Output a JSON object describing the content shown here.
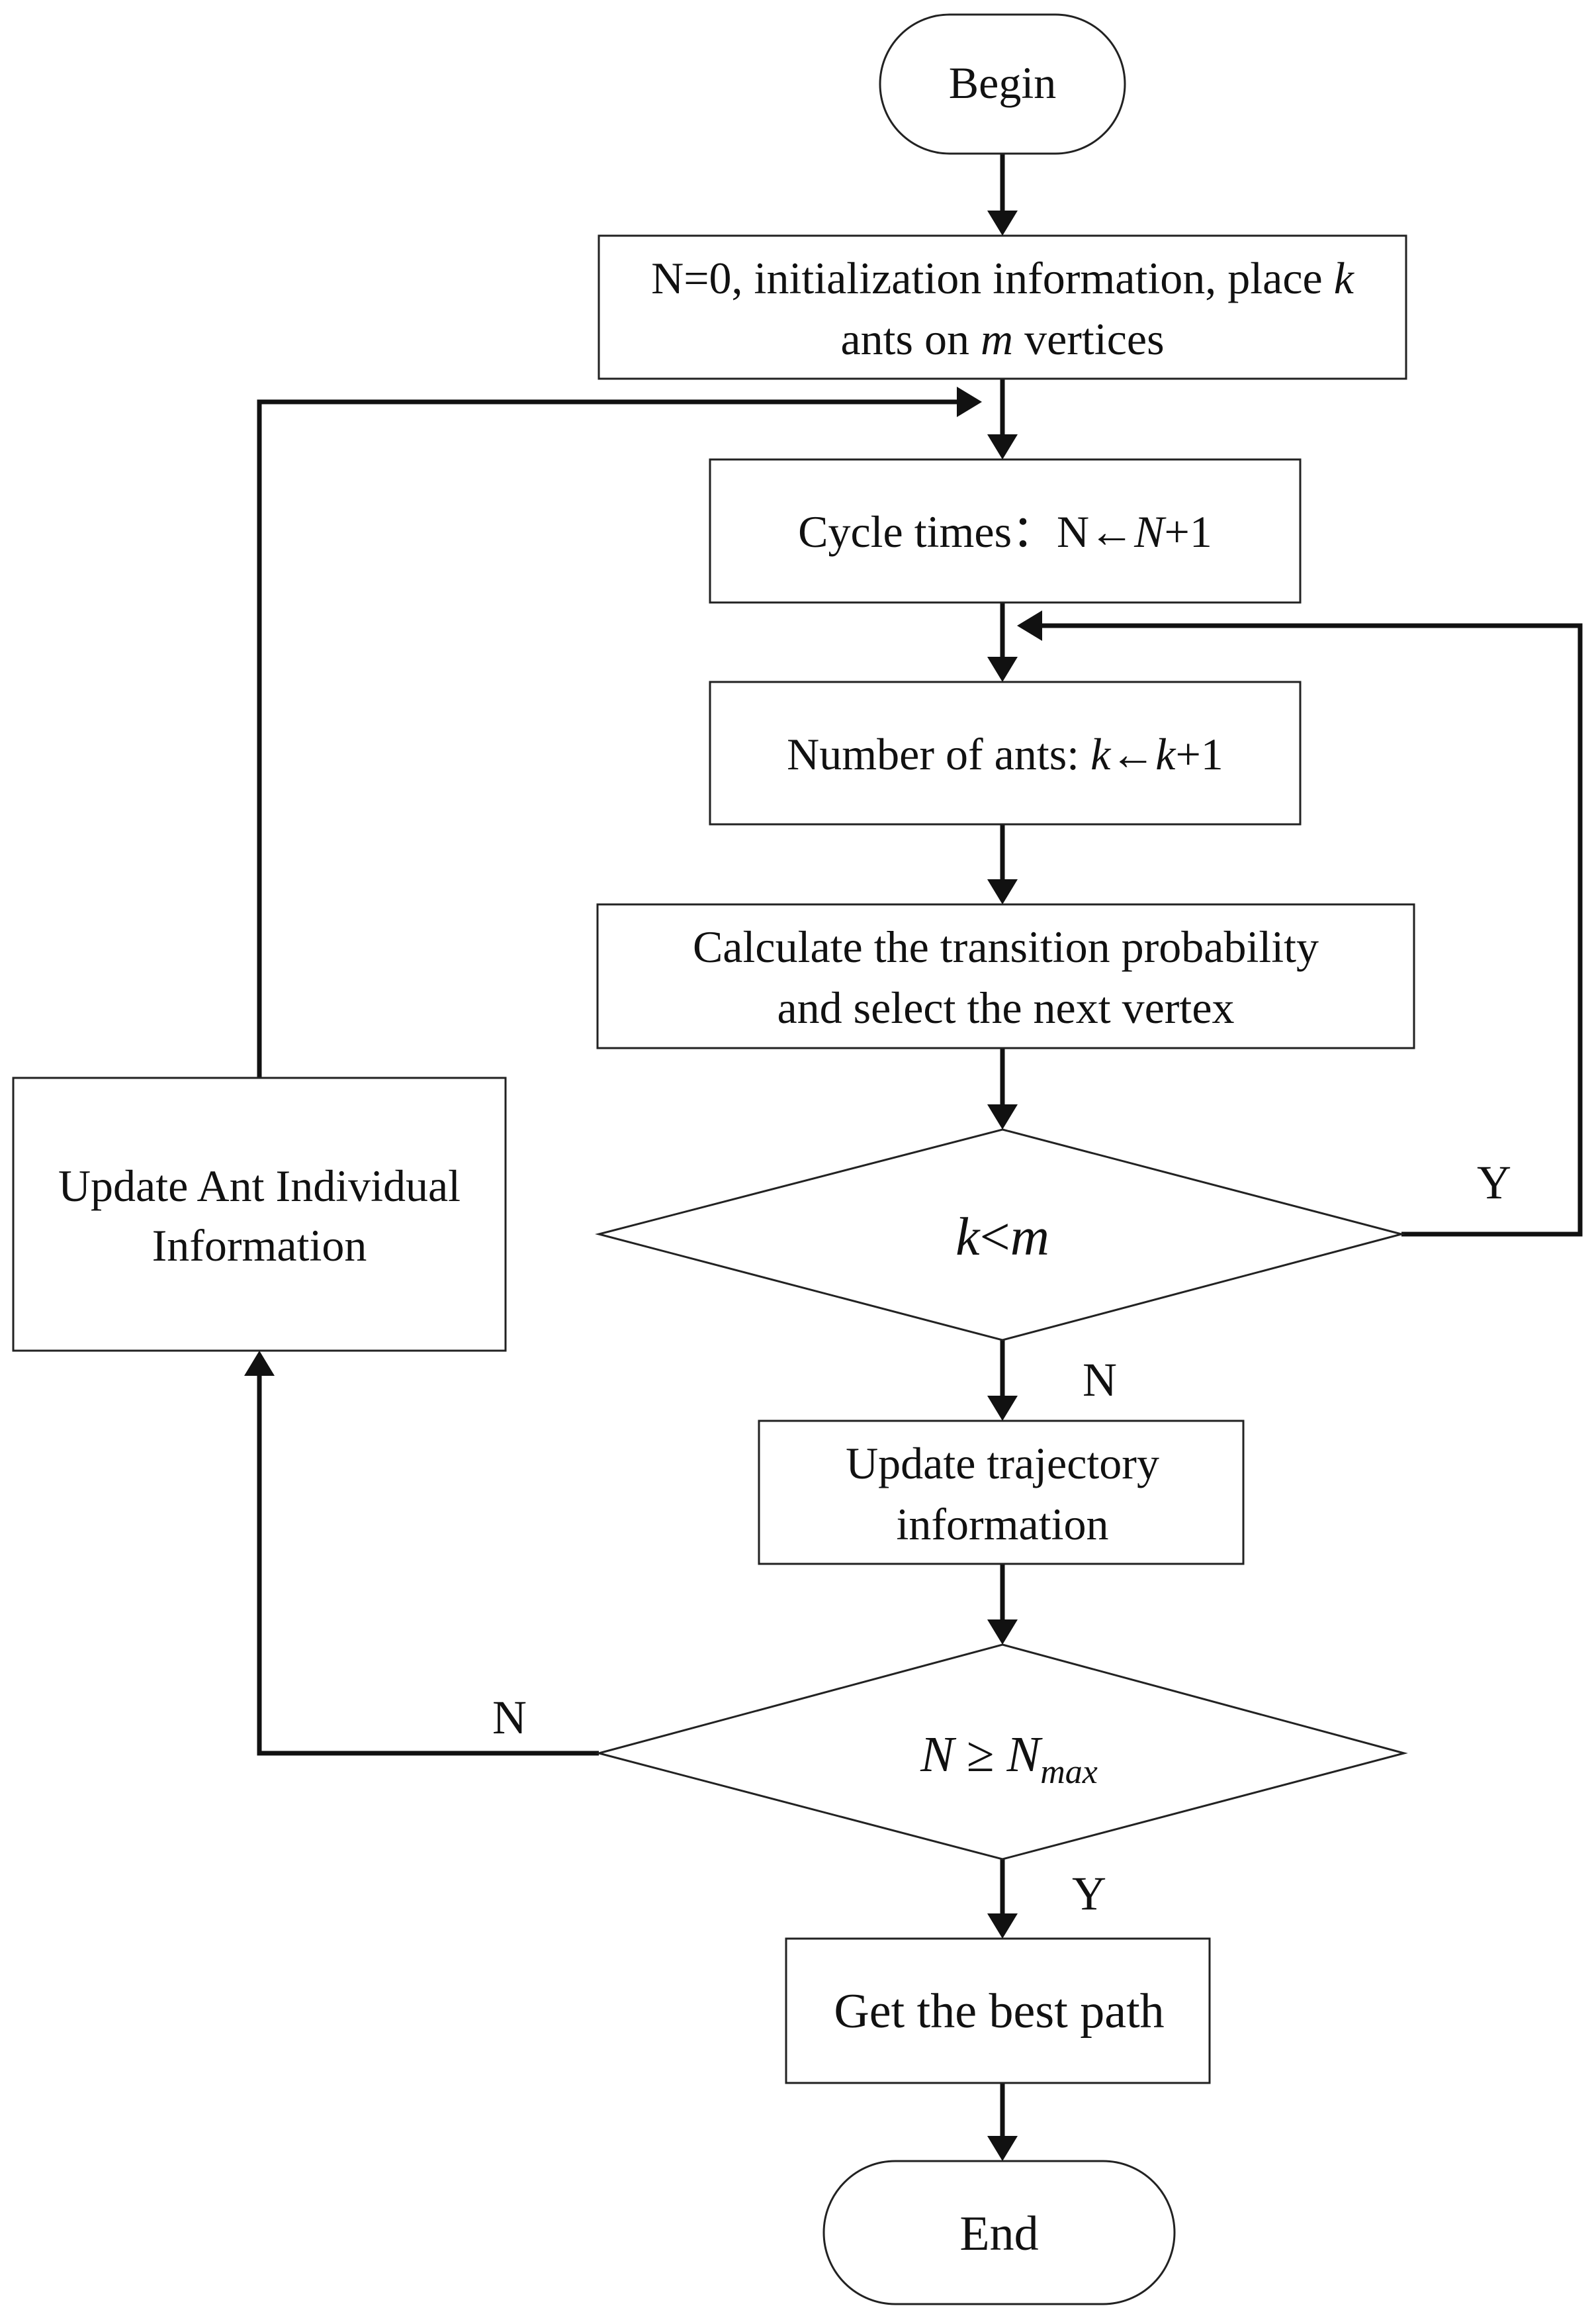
{
  "nodes": {
    "begin": {
      "label": "Begin"
    },
    "init": {
      "line1_text": "N=0, initialization information, place ",
      "line1_var": "k",
      "line2_pre": "ants on ",
      "line2_var": "m",
      "line2_post": " vertices"
    },
    "cycle": {
      "text": "Cycle times：N←",
      "var": "N",
      "post": "+1"
    },
    "ants": {
      "text": "Number of ants: ",
      "var1": "k",
      "arrow": "←",
      "var2": "k",
      "post": "+1"
    },
    "calc": {
      "line1": "Calculate the transition probability",
      "line2": "and select the next vertex"
    },
    "decision_k": {
      "var1": "k",
      "op": "<",
      "var2": "m"
    },
    "update_traj": {
      "line1": "Update trajectory",
      "line2": "information"
    },
    "decision_n": {
      "var": "N",
      "op": " ≥ ",
      "var2": "N",
      "sub": "max"
    },
    "best": {
      "label": "Get the best path"
    },
    "update_ant": {
      "line1": "Update Ant Individual",
      "line2": "Information"
    },
    "end": {
      "label": "End"
    }
  },
  "edge_labels": {
    "k_yes": "Y",
    "k_no": "N",
    "n_yes": "Y",
    "n_no": "N"
  }
}
